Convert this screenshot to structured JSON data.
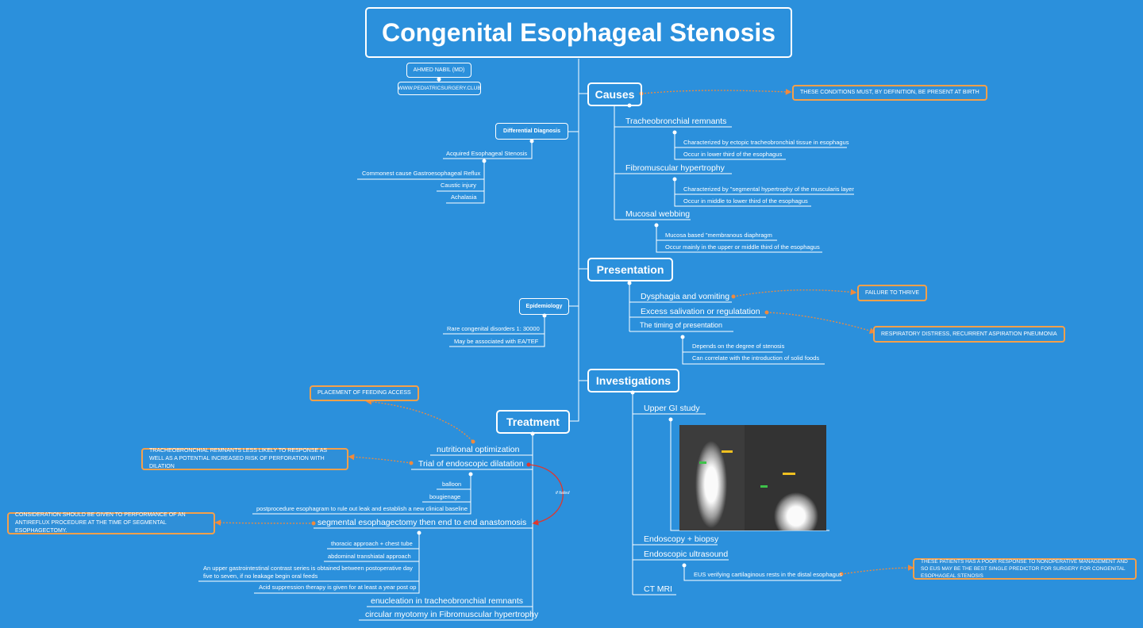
{
  "title": "Congenital Esophageal Stenosis",
  "author": "AHMED NABIL (MD)",
  "website": "WWW.PEDIATRICSURGERY.CLUB",
  "colors": {
    "background": "#2b90dc",
    "line": "#ffffff",
    "callout": "#f5a04a",
    "dotted": "#f08a3c",
    "failed_arrow": "#e0362c"
  },
  "causes": {
    "label": "Causes",
    "note": "THESE CONDITIONS MUST, BY DEFINITION, BE PRESENT AT BIRTH",
    "items": [
      {
        "label": "Tracheobronchial remnants",
        "details": [
          "Characterized by ectopic tracheobronchial tissue in esophagus",
          "Occur in lower third of the esophagus"
        ]
      },
      {
        "label": "Fibromuscular hypertrophy",
        "details": [
          "Characterized by \"segmental hypertrophy of the muscularis layer",
          "Occur in middle to lower third of the esophagus"
        ]
      },
      {
        "label": "Mucosal webbing",
        "details": [
          "Mucosa based \"membranous diaphragm",
          "Occur mainly in the upper or middle third of the esophagus"
        ]
      }
    ]
  },
  "differential": {
    "label": "Differential Diagnosis",
    "acquired": "Acquired Esophageal Stenosis",
    "items": [
      "Commonest cause Gastroesophageal Reflux",
      "Caustic injury",
      "Achalasia"
    ]
  },
  "epidemiology": {
    "label": "Epidemiology",
    "items": [
      "Rare congenital disorders 1: 30000",
      "May be associated with EA/TEF"
    ]
  },
  "presentation": {
    "label": "Presentation",
    "items": [
      "Dysphagia and vomiting",
      "Excess salivation or regulatation",
      "The timing of presentation"
    ],
    "timing_details": [
      "Depends on the degree of stenosis",
      "Can correlate with the introduction of solid foods"
    ],
    "notes": [
      "FAILURE TO THRIVE",
      "RESPIRATORY DISTRESS, RECURRENT ASPIRATION PNEUMONIA"
    ]
  },
  "investigations": {
    "label": "Investigations",
    "items": [
      "Upper GI study",
      "Endoscopy + biopsy",
      "Endoscopic ultrasound",
      "CT MRI"
    ],
    "eus_detail": "EUS verifying cartilaginous rests in the distal esophagus",
    "eus_note": "THESE PATIENTS HAS A POOR RESPONSE TO NONOPERATIVE MANAGEMENT AND SO EUS MAY BE THE BEST SINGLE PREDICTOR FOR SURGERY FOR CONGENITAL ESOPHAGEAL STENOSIS"
  },
  "treatment": {
    "label": "Treatment",
    "nutrition": "nutritional optimization",
    "feeding_note": "PLACEMENT OF FEEDING ACCESS",
    "dilatation": "Trial of endoscopic dilatation",
    "dilatation_note": "TRACHEOBRONCHIAL REMNANTS LESS LIKELY TO RESPONSE AS WELL AS A POTENTIAL INCREASED RISK OF PERFORATION WITH DILATION",
    "dilatation_items": [
      "balloon",
      "bougienage",
      "postprocedure esophagram to rule out leak and establish a new clinical baseline"
    ],
    "failed_label": "if failed",
    "resection": "segmental esophagectomy then end to end anastomosis",
    "resection_note": "CONSIDERATION SHOULD BE GIVEN TO PERFORMANCE OF AN ANTIREFLUX PROCEDURE AT THE TIME OF SEGMENTAL ESOPHAGECTOMY.",
    "resection_items": [
      "thoracic approach + chest tube",
      "abdominal transhiatal approach",
      "An upper gastrointestinal contrast series is obtained between postoperative day five to seven, if no leakage begin oral feeds",
      "Acid suppression therapy is given for at least a year post op"
    ],
    "enucleation": "enucleation in tracheobronchial remnants",
    "myotomy": "circular myotomy in Fibromuscular hypertrophy"
  }
}
